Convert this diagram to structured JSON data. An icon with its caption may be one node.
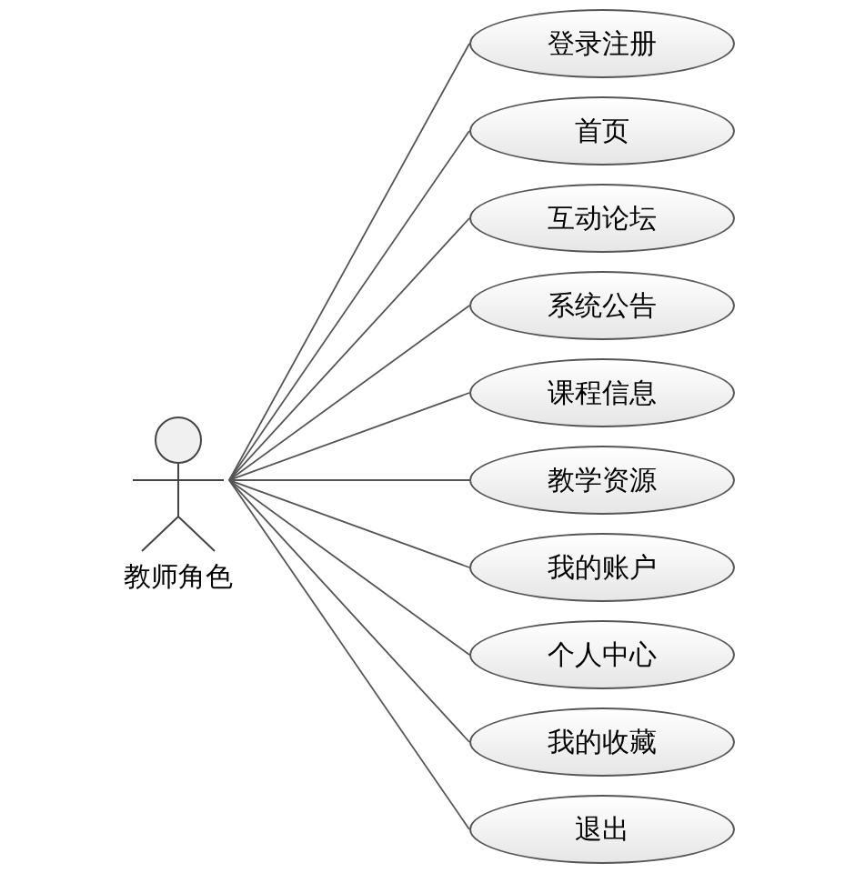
{
  "diagram": {
    "nodes": [
      {
        "text": [
          "教师角色"
        ]
      },
      {
        "text": [
          "登录注册"
        ]
      },
      {
        "text": [
          "首页"
        ]
      },
      {
        "text": [
          "互动论坛"
        ]
      },
      {
        "text": [
          "系统公告"
        ]
      },
      {
        "text": [
          "课程信息"
        ]
      },
      {
        "text": [
          "教学资源"
        ]
      },
      {
        "text": [
          "我的账户"
        ]
      },
      {
        "text": [
          "个人中心"
        ]
      },
      {
        "text": [
          "我的收藏"
        ]
      },
      {
        "text": [
          "退出"
        ]
      }
    ],
    "edges": [
      {
        "from": 0,
        "to": 1,
        "arrow": "none"
      },
      {
        "from": 0,
        "to": 2,
        "arrow": "none"
      },
      {
        "from": 0,
        "to": 3,
        "arrow": "none"
      },
      {
        "from": 0,
        "to": 4,
        "arrow": "none"
      },
      {
        "from": 0,
        "to": 5,
        "arrow": "none"
      },
      {
        "from": 0,
        "to": 6,
        "arrow": "none"
      },
      {
        "from": 0,
        "to": 7,
        "arrow": "none"
      },
      {
        "from": 0,
        "to": 8,
        "arrow": "none"
      },
      {
        "from": 0,
        "to": 9,
        "arrow": "none"
      },
      {
        "from": 0,
        "to": 10,
        "arrow": "none"
      }
    ]
  }
}
